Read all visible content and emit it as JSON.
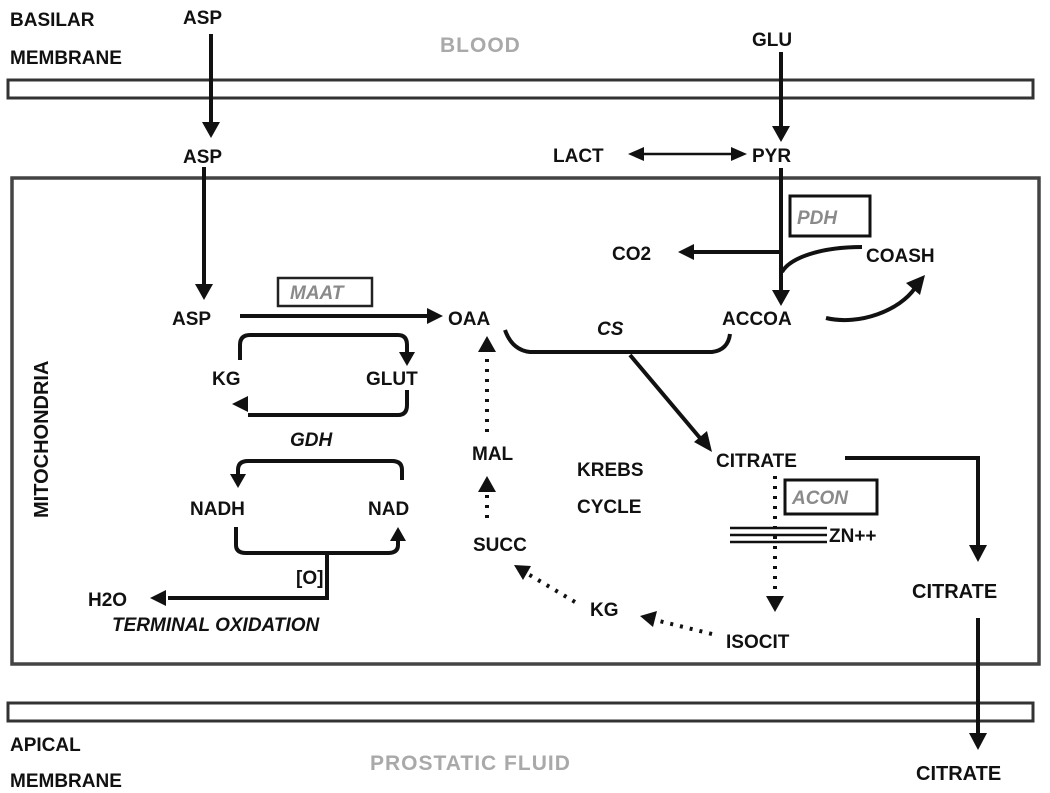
{
  "membranes": {
    "basilar": [
      "BASILAR",
      "MEMBRANE"
    ],
    "apical": [
      "APICAL",
      "MEMBRANE"
    ]
  },
  "compartments": {
    "blood": "BLOOD",
    "prostatic_fluid": "PROSTATIC FLUID",
    "mitochondria": "MITOCHONDRIA"
  },
  "metabolites": {
    "asp_blood": "ASP",
    "asp_cyto": "ASP",
    "asp_mito": "ASP",
    "glu": "GLU",
    "pyr": "PYR",
    "lact": "LACT",
    "co2": "CO2",
    "coash": "COASH",
    "oaa": "OAA",
    "accoa": "ACCOA",
    "kg_left": "KG",
    "glut": "GLUT",
    "nadh": "NADH",
    "nad": "NAD",
    "o": "[O]",
    "h2o": "H2O",
    "mal": "MAL",
    "succ": "SUCC",
    "kg_cycle": "KG",
    "isocit": "ISOCIT",
    "citrate_mito": "CITRATE",
    "citrate_cyto": "CITRATE",
    "citrate_fluid": "CITRATE",
    "zn": "ZN++"
  },
  "enzymes": {
    "maat": "MAAT",
    "pdh": "PDH",
    "acon": "ACON",
    "cs": "CS",
    "gdh": "GDH"
  },
  "processes": {
    "krebs": [
      "KREBS",
      "CYCLE"
    ],
    "terminal_oxidation": "TERMINAL OXIDATION"
  }
}
